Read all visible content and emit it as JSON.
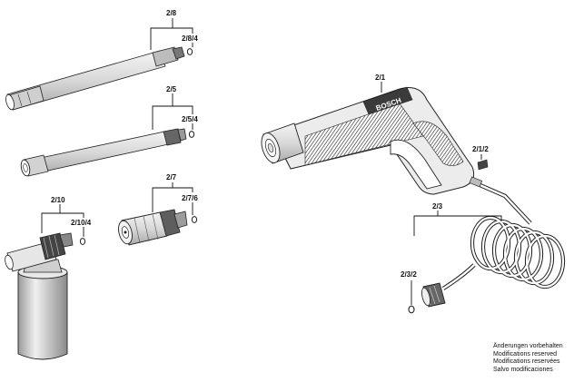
{
  "labels": {
    "p2_8": "2/8",
    "p2_8_4": "2/8/4",
    "p2_5": "2/5",
    "p2_5_4": "2/5/4",
    "p2_7": "2/7",
    "p2_7_6": "2/7/6",
    "p2_10": "2/10",
    "p2_10_4": "2/10/4",
    "p2_1": "2/1",
    "p2_1_2": "2/1/2",
    "p2_3": "2/3",
    "p2_3_2": "2/3/2"
  },
  "brand": "BOSCH",
  "notice": [
    "Änderungen vorbehalten",
    "Modifications reserved",
    "Modifications reservées",
    "Salvo modificaciones"
  ]
}
